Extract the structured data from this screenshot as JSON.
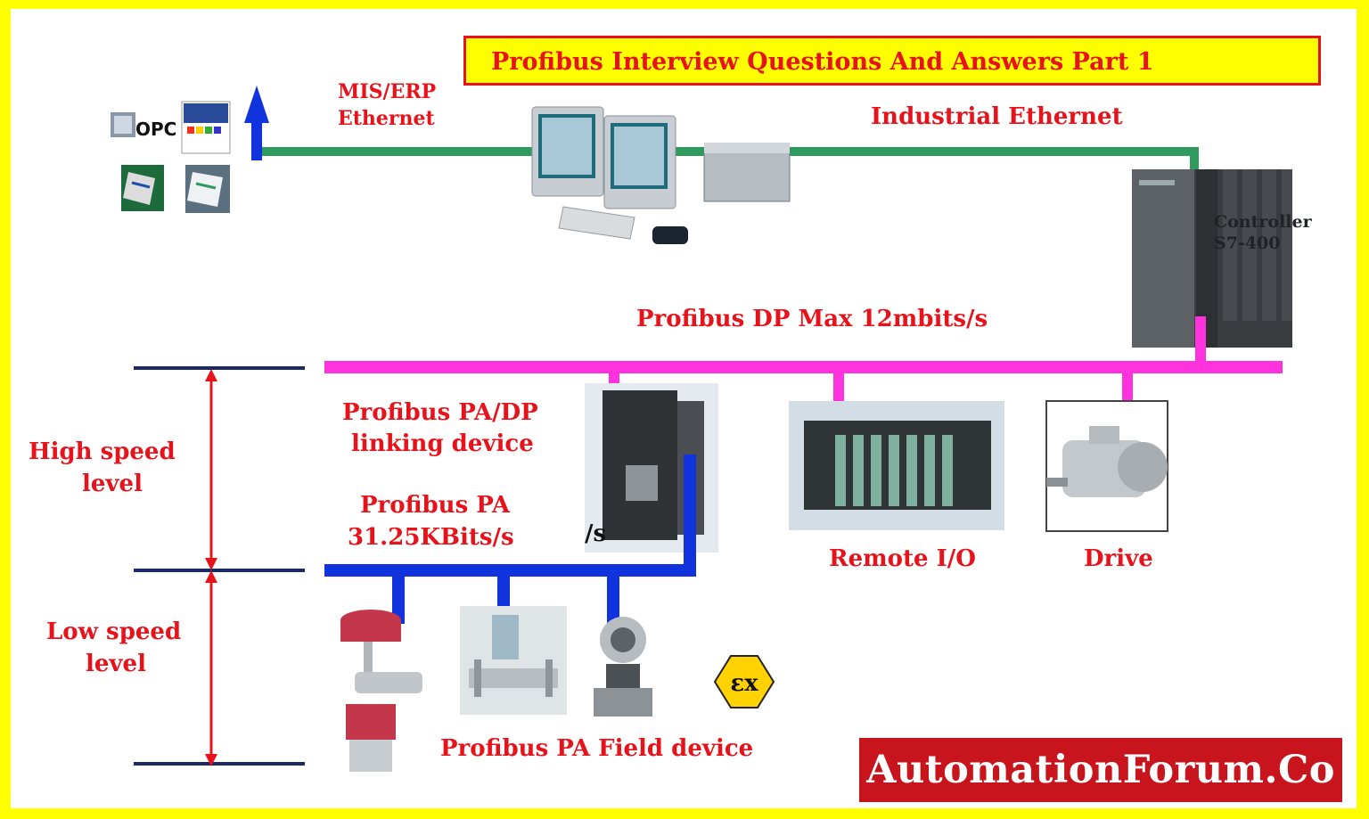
{
  "title": "Profibus Interview Questions And Answers Part 1",
  "brand": "AutomationForum.Co",
  "labels": {
    "mis_erp_1": "MIS/ERP",
    "mis_erp_2": "Ethernet",
    "industrial_ethernet": "Industrial Ethernet",
    "controller_1": "Controller",
    "controller_2": "S7-400",
    "profibus_dp": "Profibus DP Max 12mbits/s",
    "pa_dp_link_1": "Profibus PA/DP",
    "pa_dp_link_2": "linking device",
    "profibus_pa_1": "Profibus PA",
    "profibus_pa_2": "31.25KBits/s",
    "link_fragment": "/s",
    "remote_io": "Remote I/O",
    "drive": "Drive",
    "high_speed_1": "High speed",
    "high_speed_2": "level",
    "low_speed_1": "Low speed",
    "low_speed_2": "level",
    "field_device": "Profibus PA Field device",
    "opc": "OPC",
    "ex": "εx"
  },
  "colors": {
    "frame": "#ffff00",
    "text_red": "#e8121a",
    "ethernet_green": "#2e9a5e",
    "profibus_dp_magenta": "#ff33dd",
    "profibus_pa_blue": "#1133dd",
    "level_lines": "#1a2a66",
    "brand_bg": "#c8141c"
  }
}
